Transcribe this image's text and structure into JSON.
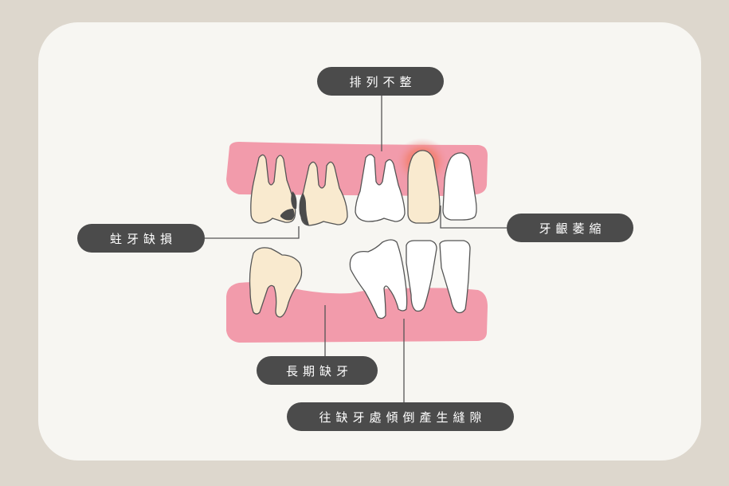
{
  "diagram": {
    "labels": {
      "misaligned": "排列不整",
      "decay": "蛀牙缺損",
      "gum_recession": "牙齦萎縮",
      "long_term_missing": "長期缺牙",
      "tilt_gap": "往缺牙處傾倒產生縫隙"
    }
  },
  "colors": {
    "page_background": "#ddd7cd",
    "card_background": "#f7f6f2",
    "gum": "#f29bab",
    "tooth_white": "#ffffff",
    "tooth_cream": "#f9eacf",
    "decay": "#4b4b4b",
    "inflammation": "#f06a55",
    "label_background": "#4b4b4b",
    "label_text": "#ffffff",
    "connector": "#555555"
  }
}
